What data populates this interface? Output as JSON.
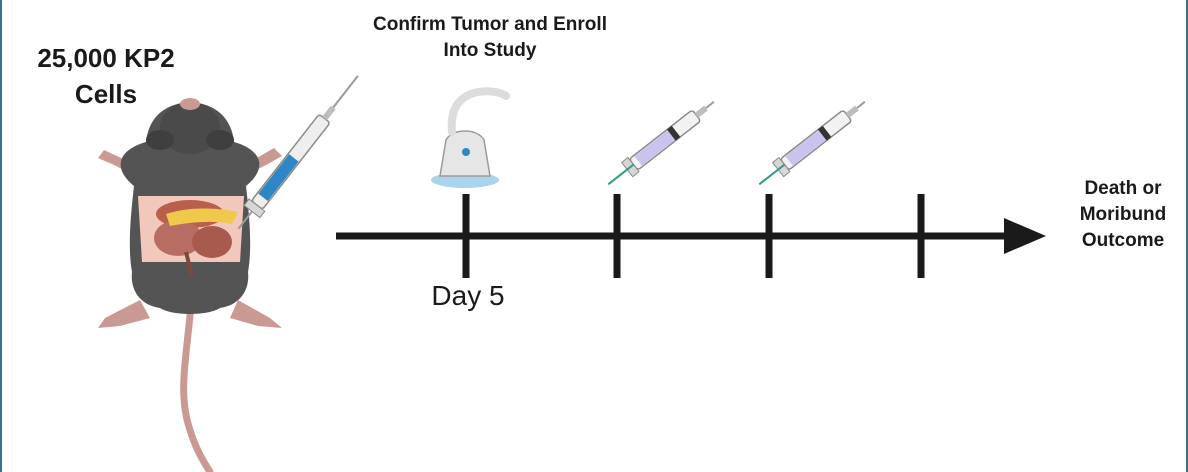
{
  "labels": {
    "cells_line1": "25,000 KP2",
    "cells_line2": "Cells",
    "confirm_line1": "Confirm Tumor and Enroll",
    "confirm_line2": "Into Study",
    "day": "Day 5",
    "outcome_line1": "Death or",
    "outcome_line2": "Moribund",
    "outcome_line3": "Outcome"
  },
  "colors": {
    "mouse_fur": "#545454",
    "tail": "#c99a94",
    "skin_open": "#f2c8bd",
    "timeline": "#1a1a1a",
    "syringe_fill_blue": "#2f86c4",
    "syringe_fill_lavender": "#c9c3ee",
    "ultrasound_gel": "#a9d4ea",
    "frame": "#3a6f95"
  },
  "icons": [
    "mouse-illustration",
    "syringe-icon",
    "ultrasound-probe-icon"
  ]
}
